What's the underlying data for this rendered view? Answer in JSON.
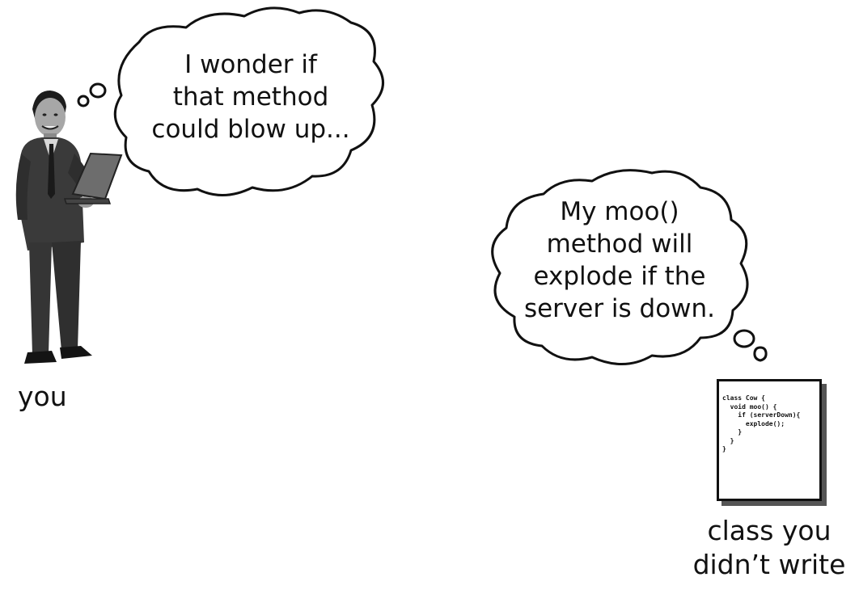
{
  "you_thought": {
    "lines": [
      "I wonder if",
      "that method",
      "could blow up..."
    ]
  },
  "class_thought": {
    "lines": [
      "My moo()",
      "method will",
      "explode if the",
      "server is down."
    ]
  },
  "captions": {
    "you": "you",
    "class_line1": "class you",
    "class_line2": "didn’t write"
  },
  "code_listing": {
    "lines": [
      "class Cow {",
      "  void moo() {",
      "    if (serverDown){",
      "      explode();",
      "    }",
      "  }",
      "}"
    ]
  },
  "icons": [
    "person-with-laptop-icon",
    "thought-bubble-icon",
    "code-page-icon"
  ]
}
